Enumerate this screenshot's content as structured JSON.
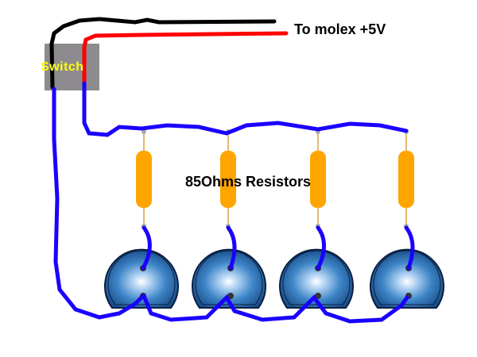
{
  "labels": {
    "power": "To molex +5V",
    "resistors": "85Ohms Resistors",
    "switch": "Switch"
  },
  "components": {
    "resistor_count": 4,
    "led_count": 4
  },
  "colors": {
    "ground_wire": "#000000",
    "power_wire": "#ff0000",
    "led_wire": "#1a00ff",
    "resistor": "#ffa500",
    "switch_body": "#8e8b8e",
    "switch_text": "#ffff00",
    "led": "#2a6fb0"
  }
}
